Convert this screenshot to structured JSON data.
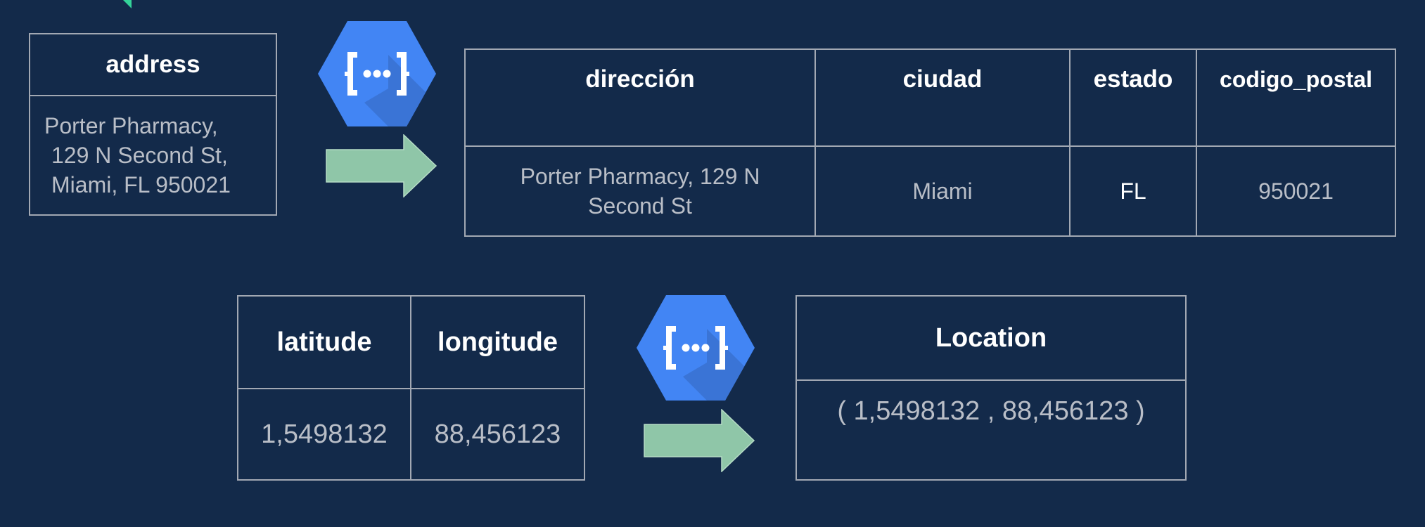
{
  "colors": {
    "background": "#132a4a",
    "border": "#a2a8b3",
    "header_text": "#ffffff",
    "value_text": "#b9bec7",
    "icon_blue": "#4285f4",
    "icon_shadow": "#3a74d6",
    "arrow_fill": "#8fc6a8",
    "corner_mark": "#34d399"
  },
  "icons": {
    "function_icon": "cloud-functions-icon",
    "arrow_icon": "right-arrow-icon"
  },
  "address_table": {
    "header": "address",
    "value_lines": [
      "Porter Pharmacy,",
      "129 N Second St,",
      "Miami, FL 950021"
    ]
  },
  "split_table": {
    "headers": [
      "dirección",
      "ciudad",
      "estado",
      "codigo_postal"
    ],
    "row": {
      "direccion_lines": [
        "Porter Pharmacy, 129 N",
        "Second St"
      ],
      "ciudad": "Miami",
      "estado": "FL",
      "codigo_postal": "950021"
    }
  },
  "coords_table": {
    "headers": [
      "latitude",
      "longitude"
    ],
    "row": [
      "1,5498132",
      "88,456123"
    ]
  },
  "location_table": {
    "header": "Location",
    "value": "( 1,5498132 , 88,456123 )"
  }
}
